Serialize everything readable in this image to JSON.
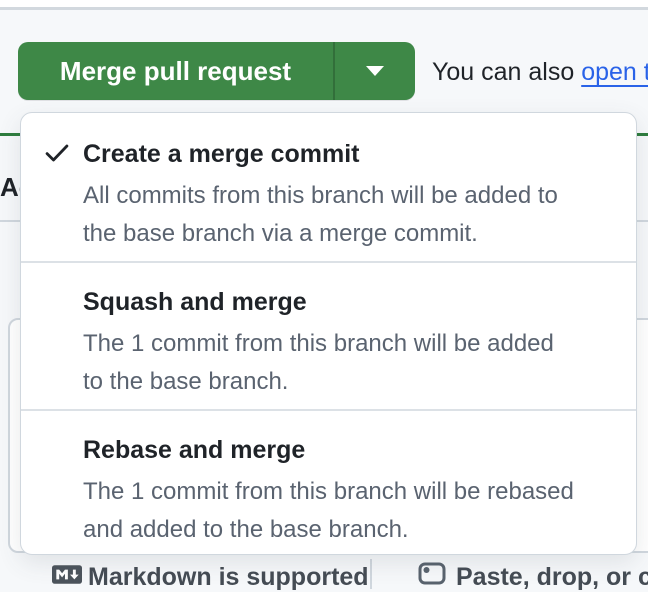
{
  "merge_bar": {
    "button_label": "Merge pull request",
    "aside_text": "You can also ",
    "aside_link_text": "open t"
  },
  "dropdown": {
    "items": [
      {
        "title": "Create a merge commit",
        "selected": true,
        "desc_lines": [
          "All commits from this branch will be added to",
          "the base branch via a merge commit."
        ]
      },
      {
        "title": "Squash and merge",
        "selected": false,
        "desc_lines": [
          "The 1 commit from this branch will be added",
          "to the base branch."
        ]
      },
      {
        "title": "Rebase and merge",
        "selected": false,
        "desc_lines": [
          "The 1 commit from this branch will be rebased",
          "and added to the base branch."
        ]
      }
    ]
  },
  "background": {
    "section_heading_fragment": "Ac"
  },
  "footer": {
    "markdown_note": "Markdown is supported",
    "paste_note": "Paste, drop, or cli"
  },
  "icons": {
    "check": "check-icon",
    "caret": "triangle-down-icon",
    "markdown": "markdown-icon",
    "attachment": "image-attachment-icon"
  },
  "colors": {
    "button_green": "#3e8847",
    "link_blue": "#2a63e8",
    "text_dark": "#1f2328",
    "text_muted": "#5a6370",
    "border_gray": "#d0d7de",
    "page_bg": "#f6f8fa",
    "merge_box_green_line": "#2e7d3e"
  }
}
